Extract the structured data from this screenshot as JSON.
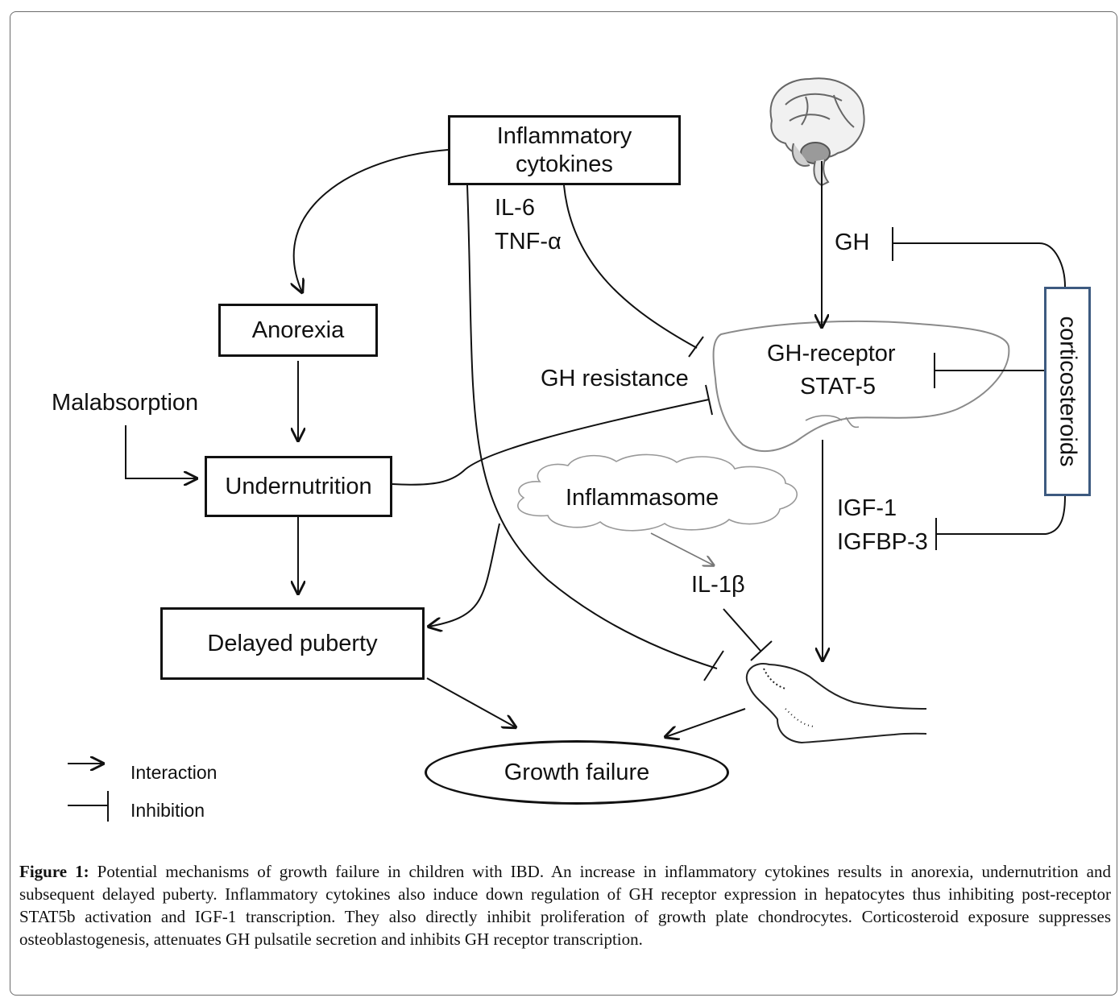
{
  "nodes": {
    "cytokines_line1": "Inflammatory",
    "cytokines_line2": "cytokines",
    "il6": "IL-6",
    "tnf": "TNF-α",
    "anorexia": "Anorexia",
    "malabsorption": "Malabsorption",
    "undernutrition": "Undernutrition",
    "delayed_puberty": "Delayed puberty",
    "growth_failure": "Growth failure",
    "gh": "GH",
    "gh_resistance": "GH resistance",
    "gh_receptor": "GH-receptor",
    "stat5": "STAT-5",
    "corticosteroids": "corticosteroids",
    "inflammasome": "Inflammasome",
    "il1b": "IL-1β",
    "igf1": "IGF-1",
    "igfbp3": "IGFBP-3"
  },
  "legend": {
    "interaction": "Interaction",
    "inhibition": "Inhibition"
  },
  "caption": {
    "label": "Figure 1:",
    "text": " Potential mechanisms of growth failure in children with IBD. An increase in inflammatory cytokines results in anorexia, undernutrition and subsequent delayed puberty. Inflammatory cytokines also induce down regulation of GH receptor expression in hepatocytes thus inhibiting post-receptor STAT5b activation and IGF-1 transcription. They also directly inhibit proliferation of growth plate chondrocytes. Corticosteroid exposure suppresses osteoblastogenesis, attenuates GH pulsatile secretion and inhibits GH receptor transcription."
  },
  "colors": {
    "line": "#111111",
    "corticosteroid_border": "#3d5a80",
    "organ_outline": "#8a8a8a"
  },
  "icons": [
    "brain-illustration",
    "liver-illustration",
    "bone-illustration",
    "cloud-shape"
  ]
}
